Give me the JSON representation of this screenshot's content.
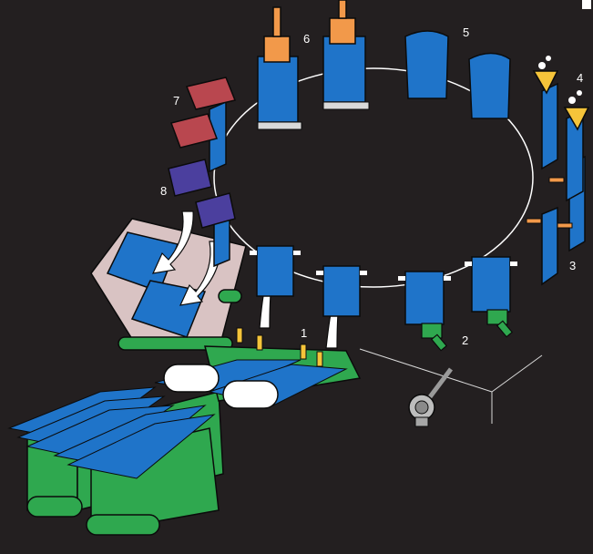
{
  "diagram": {
    "step_labels": [
      "1",
      "2",
      "3",
      "4",
      "5",
      "6",
      "7",
      "8"
    ]
  },
  "colors": {
    "background": "#231f20",
    "pouch_blue": "#1f74c9",
    "pouch_blue_light": "#4aa3f0",
    "conveyor_green": "#2fa84f",
    "seal_bar_red": "#b9474f",
    "cooling_bar_purple": "#4b3f9e",
    "filler_orange": "#f2994a",
    "funnel_yellow": "#f5c43a",
    "tray_pink": "#d9c3c3",
    "outline": "#0b0b0b",
    "white": "#ffffff"
  },
  "icons": [
    "pouch-icon",
    "arrow-up-icon",
    "motor-icon",
    "clamp-icon",
    "funnel-icon",
    "nozzle-icon",
    "sealing-jaw-icon",
    "cooling-jaw-icon",
    "roller-icon"
  ]
}
